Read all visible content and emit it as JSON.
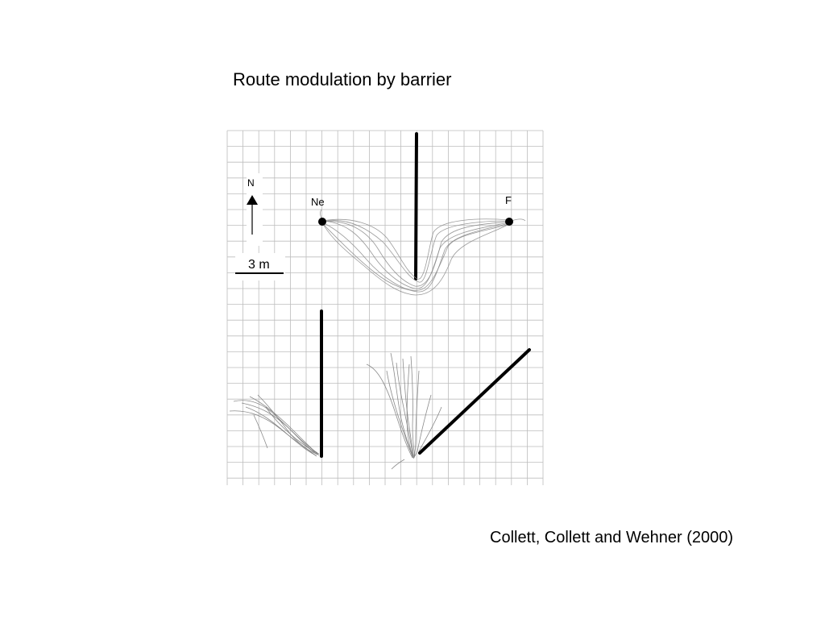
{
  "slide": {
    "title": "Route modulation by barrier",
    "citation": "Collett, Collett and Wehner (2000)"
  },
  "figure": {
    "north_label": "N",
    "scale_label": "3 m",
    "nest_label": "Ne",
    "feeder_label": "F",
    "icons": [
      "north-arrow-icon",
      "scale-bar-icon"
    ]
  }
}
